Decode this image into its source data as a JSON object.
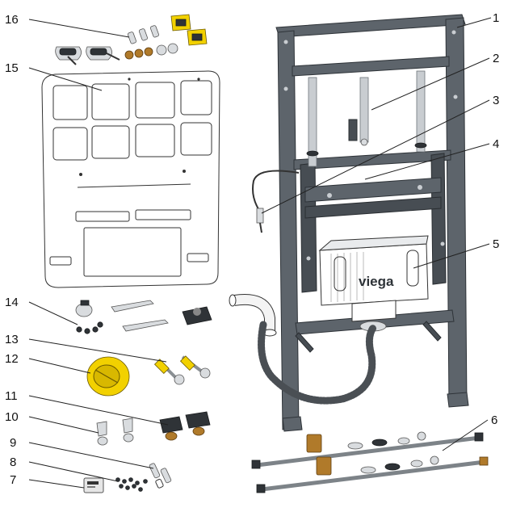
{
  "brand": {
    "logo_text": "viega",
    "label_color": "#2e3338"
  },
  "callouts": [
    {
      "id": "c1",
      "label": "1",
      "part": "frame"
    },
    {
      "id": "c2",
      "label": "2",
      "part": "height-adjustment-rods"
    },
    {
      "id": "c3",
      "label": "3",
      "part": "actuation-cable"
    },
    {
      "id": "c4",
      "label": "4",
      "part": "mounting-bracket"
    },
    {
      "id": "c5",
      "label": "5",
      "part": "cistern"
    },
    {
      "id": "c6",
      "label": "6",
      "part": "threaded-rods-and-fittings"
    },
    {
      "id": "c7",
      "label": "7",
      "part": "product-label"
    },
    {
      "id": "c8",
      "label": "8",
      "part": "small-screws"
    },
    {
      "id": "c9",
      "label": "9",
      "part": "screws-with-plugs"
    },
    {
      "id": "c10",
      "label": "10",
      "part": "valves"
    },
    {
      "id": "c11",
      "label": "11",
      "part": "wall-connectors"
    },
    {
      "id": "c12",
      "label": "12",
      "part": "yellow-cap"
    },
    {
      "id": "c13",
      "label": "13",
      "part": "fixing-bolts"
    },
    {
      "id": "c14",
      "label": "14",
      "part": "brackets-and-clamp"
    },
    {
      "id": "c15",
      "label": "15",
      "part": "protective-cover-plate"
    },
    {
      "id": "c16",
      "label": "16",
      "part": "fixing-set"
    }
  ],
  "colors": {
    "frame": "#5d646b",
    "brass": "#b07a2a",
    "yellow": "#f2d100",
    "plate": "#ffffff"
  }
}
